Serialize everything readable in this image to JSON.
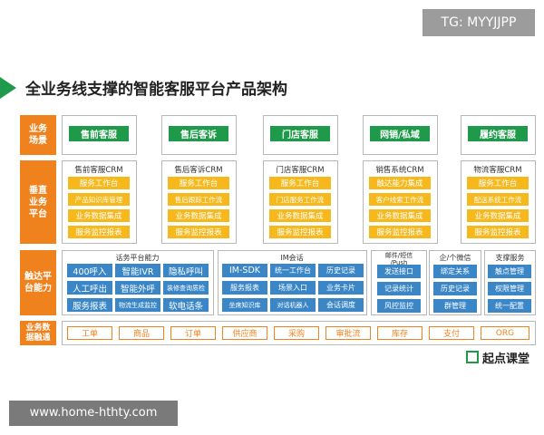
{
  "watermark_top": "TG: MYYJJPP",
  "watermark_bottom": "www.home-hthty.com",
  "title": "全业务线支撑的智能客服平台产品架构",
  "rows": {
    "scene": "业务\n场景",
    "crm": "垂直\n业务\n平台",
    "capability": "触达平\n台能力",
    "data": "业务数\n据融通"
  },
  "scenes": [
    "售前客服",
    "售后客诉",
    "门店客服",
    "网销/私域",
    "履约客服"
  ],
  "crms": [
    {
      "title": "售前客服CRM",
      "items": [
        "服务工作台",
        "产品知识库管理",
        "业务数据集成",
        "服务监控报表"
      ]
    },
    {
      "title": "售后客诉CRM",
      "items": [
        "服务工作台",
        "售后跟踪工作流",
        "业务数据集成",
        "服务监控报表"
      ]
    },
    {
      "title": "门店客服CRM",
      "items": [
        "服务工作台",
        "门店服务工作流",
        "业务数据集成",
        "服务监控报表"
      ]
    },
    {
      "title": "销售系统CRM",
      "items": [
        "触达能力集成",
        "客户线索工作流",
        "业务数据集成",
        "服务监控报表"
      ]
    },
    {
      "title": "物流客服CRM",
      "items": [
        "服务工作台",
        "配送系统工作流",
        "业务数据集成",
        "服务监控报表"
      ]
    }
  ],
  "capabilities": {
    "voice": {
      "title": "话务平台能力",
      "cells": [
        "400呼入",
        "智能IVR",
        "隐私呼叫",
        "人工呼出",
        "智能外呼",
        "装修查询质检",
        "服务报表",
        "物流生成监控",
        "软电话条"
      ]
    },
    "im": {
      "title": "IM会话",
      "cells": [
        "IM-SDK",
        "统一工作台",
        "历史记录",
        "服务报表",
        "场景入口",
        "业务卡片",
        "坐席知识库",
        "对话机器人",
        "会话调度"
      ]
    },
    "sms": {
      "title": "邮件/短信\n/Push",
      "cells": [
        "发送接口",
        "记录统计",
        "风控监控"
      ]
    },
    "wechat": {
      "title": "企/个微信",
      "cells": [
        "绑定关系",
        "历史记录",
        "群管理"
      ]
    },
    "support": {
      "title": "支撑服务",
      "cells": [
        "触点管理",
        "权限管理",
        "统一配置"
      ]
    }
  },
  "data_items": [
    "工单",
    "商品",
    "订单",
    "供应商",
    "采购",
    "审批流",
    "库存",
    "支付",
    "ORG"
  ],
  "logo_text": "起点课堂",
  "colors": {
    "green": "#1e9a4a",
    "orange": "#f0821e",
    "yellow": "#f6b81b",
    "blue": "#3b86c6"
  }
}
